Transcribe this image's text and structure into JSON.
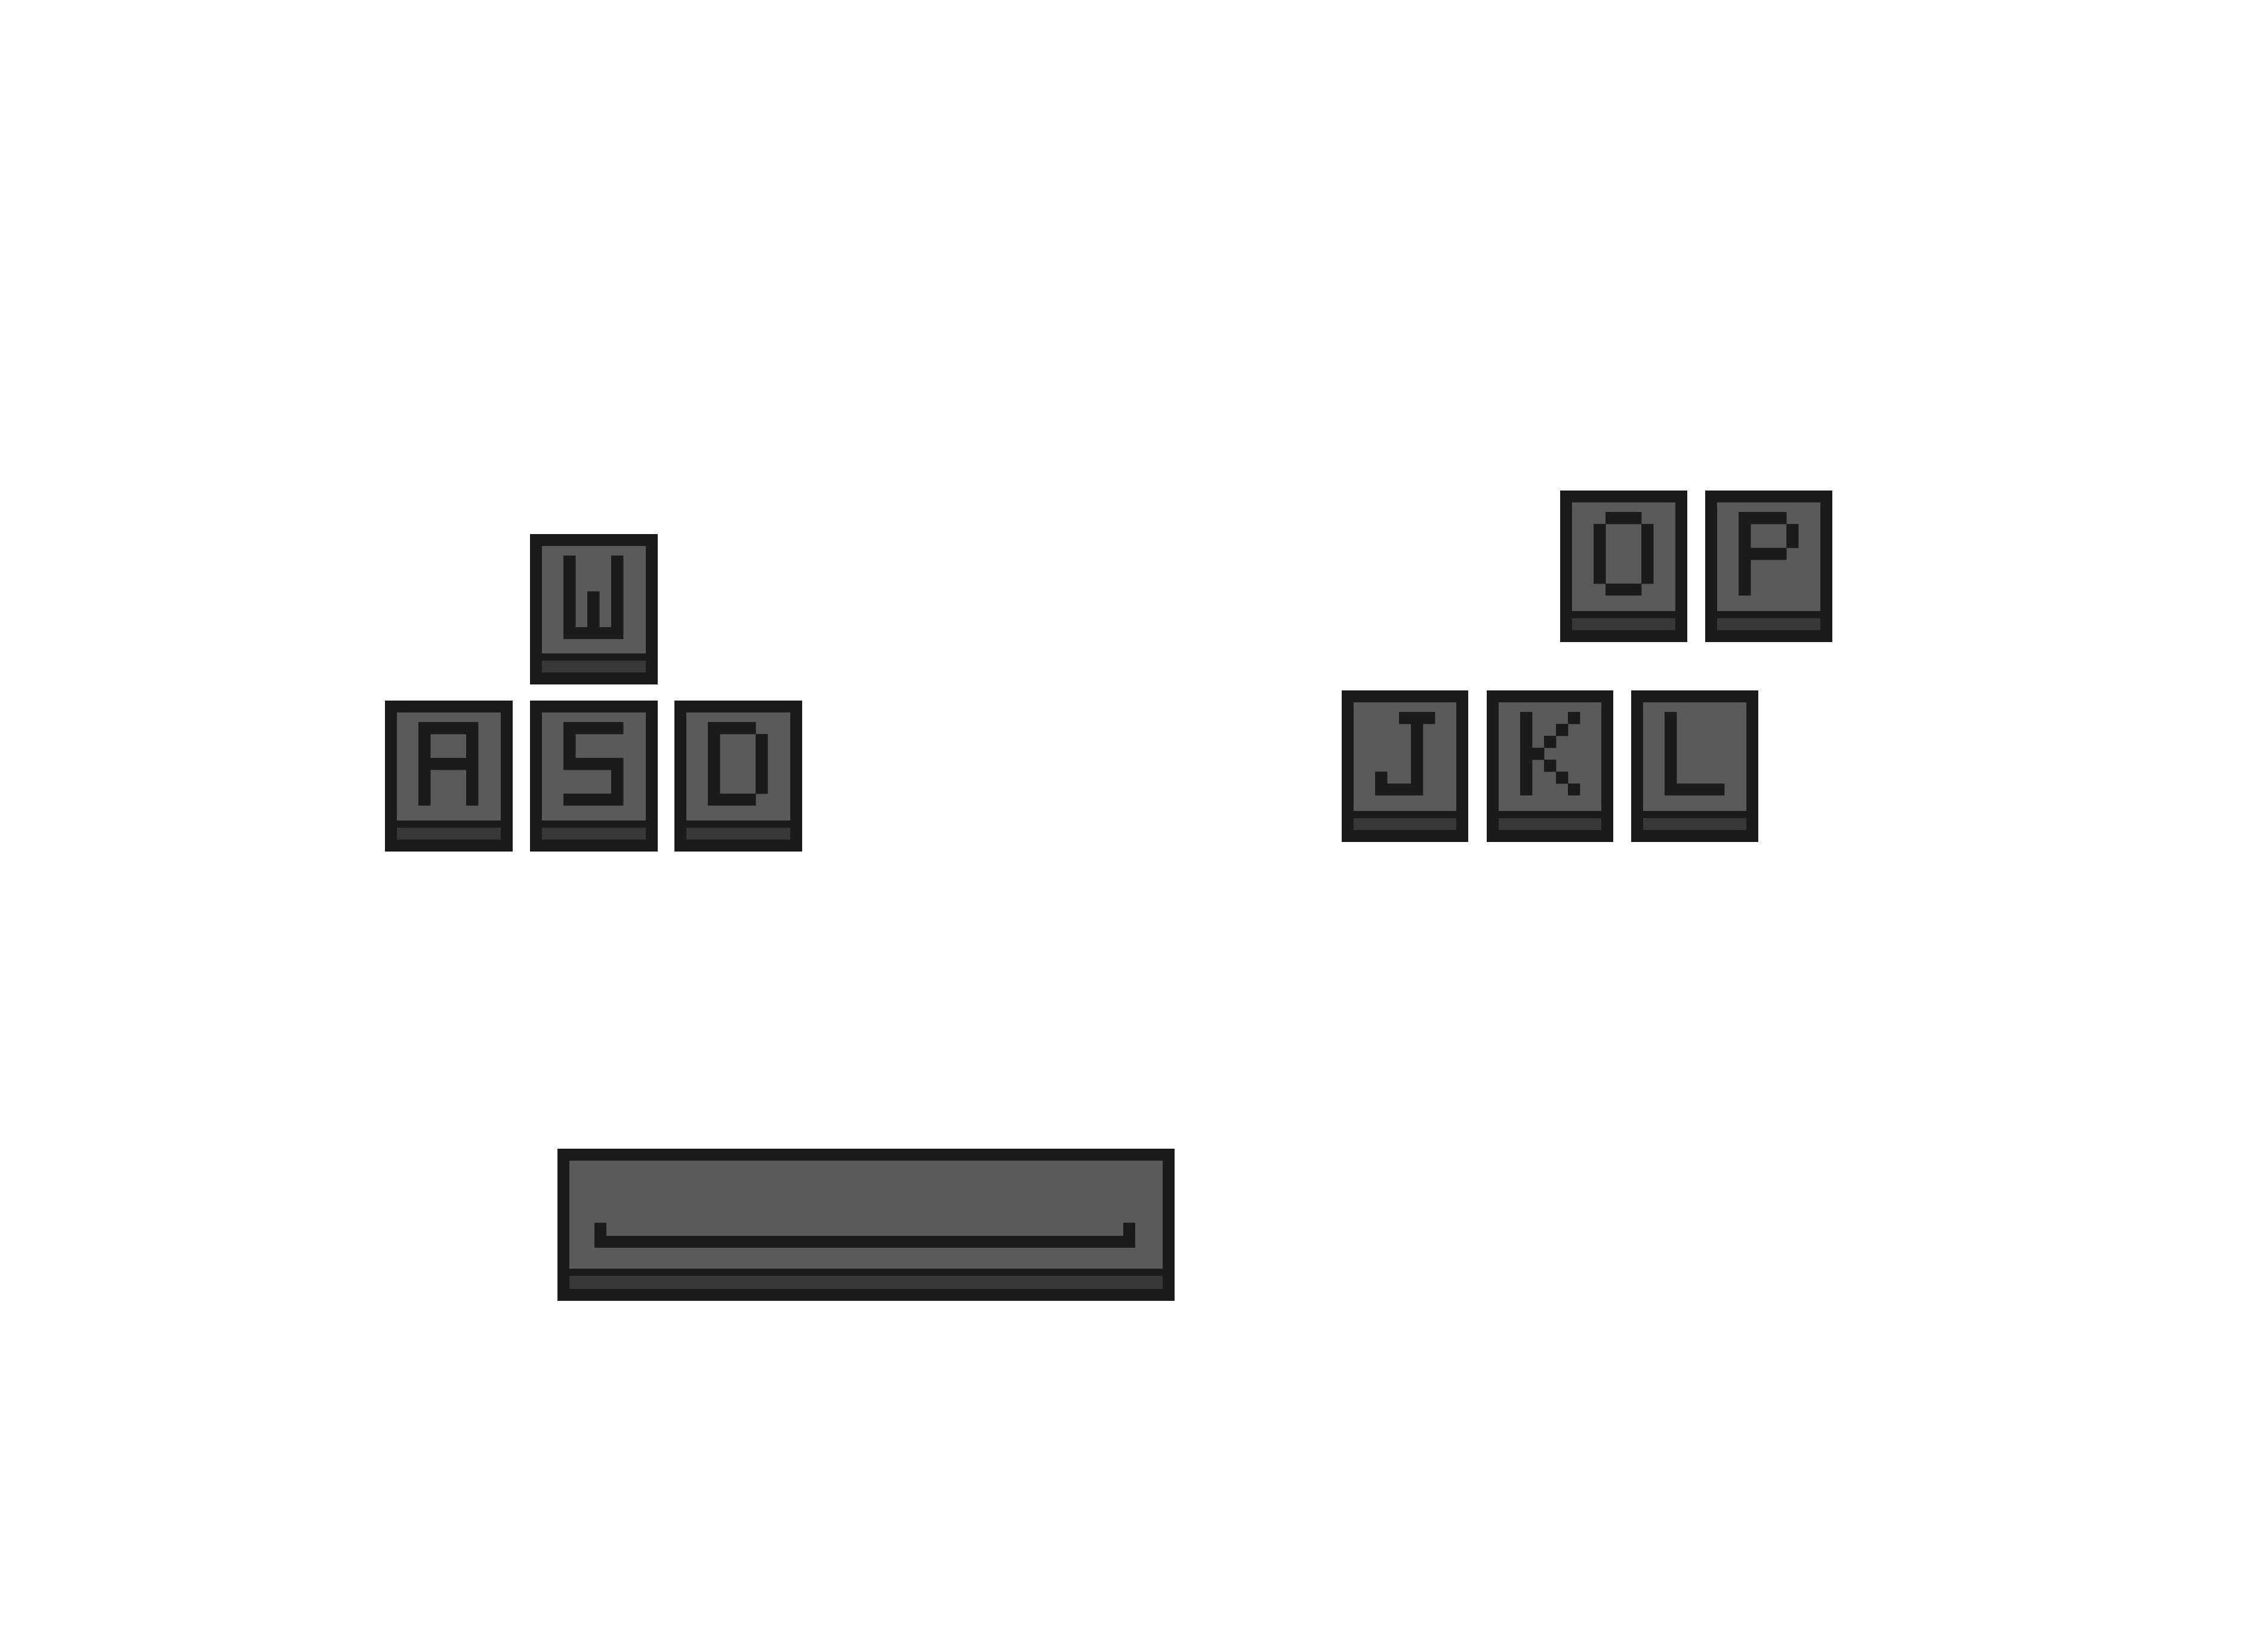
{
  "left_cluster": {
    "keys": [
      {
        "label": "W"
      },
      {
        "label": "A"
      },
      {
        "label": "S"
      },
      {
        "label": "D"
      }
    ]
  },
  "right_cluster": {
    "keys": [
      {
        "label": "O"
      },
      {
        "label": "P"
      },
      {
        "label": "J"
      },
      {
        "label": "K"
      },
      {
        "label": "L"
      }
    ]
  },
  "space": {
    "label": "Space",
    "icon": "space-bar-icon"
  },
  "colors": {
    "background": "#ffffff",
    "key_border": "#1b1b1b",
    "key_face": "#5a5a5a",
    "key_strip": "#383838",
    "glyph": "#1b1b1b"
  }
}
